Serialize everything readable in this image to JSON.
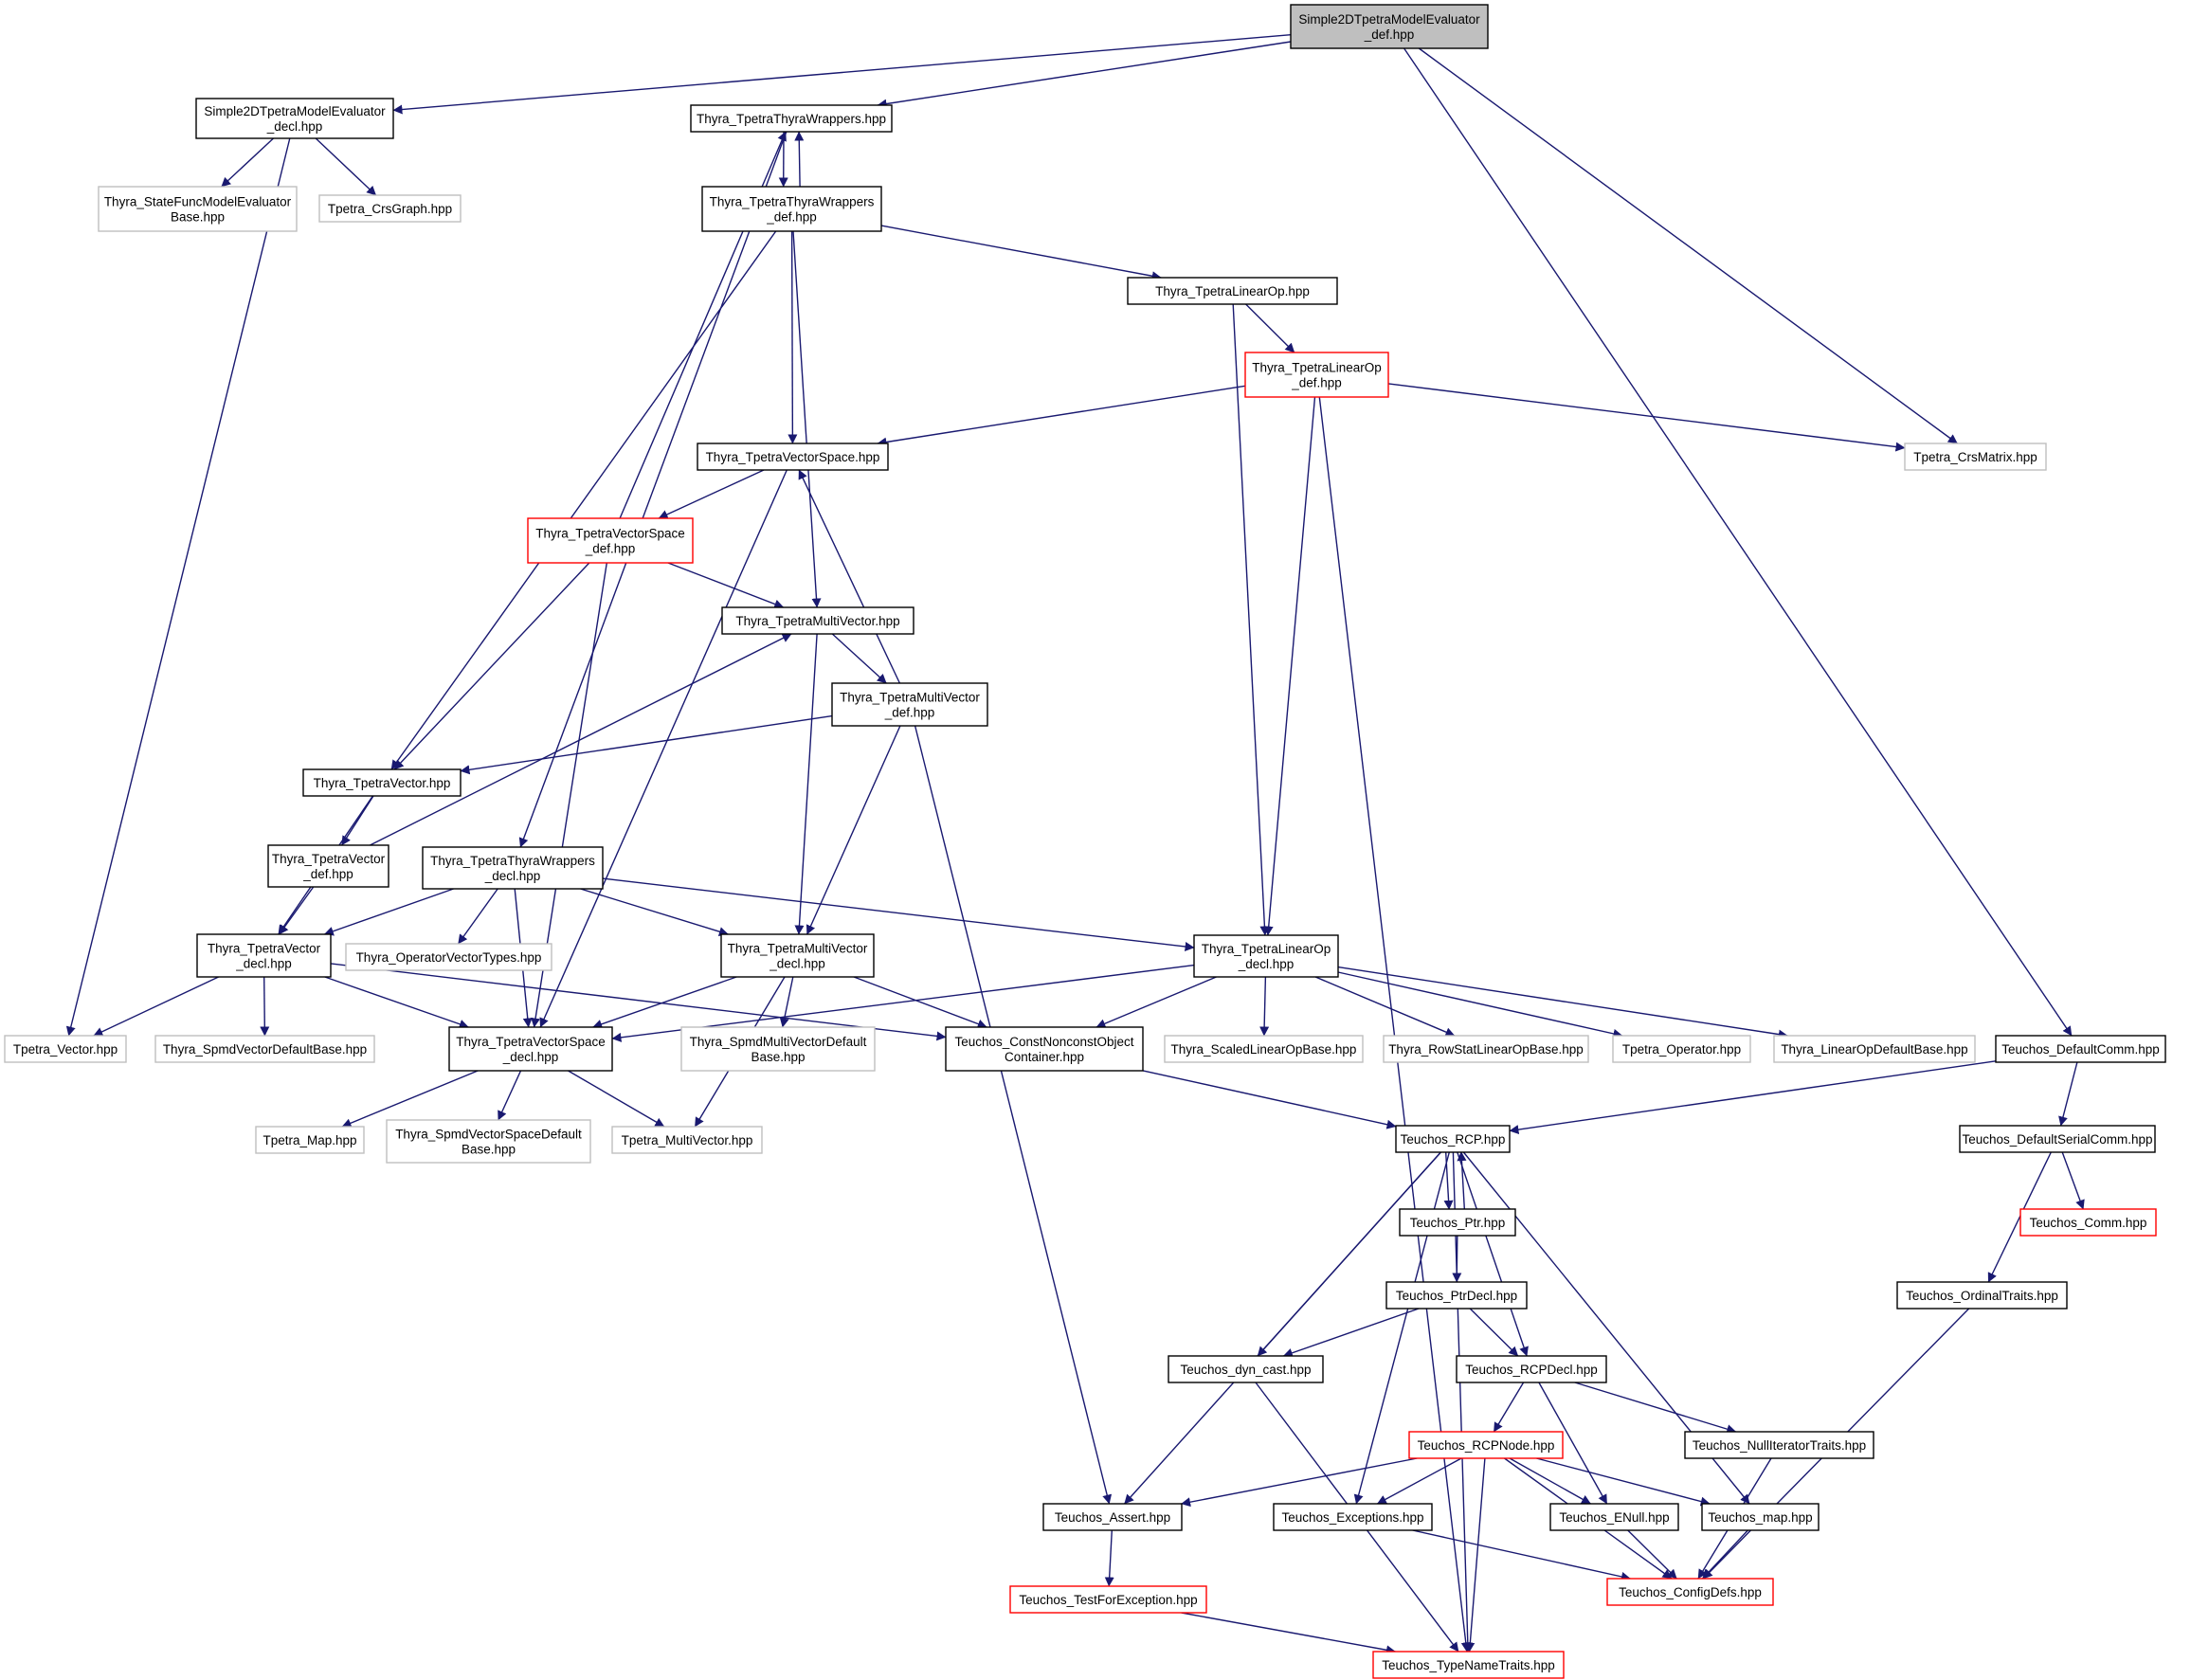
{
  "colors": {
    "edge": "#191970",
    "border_default": "#000000",
    "border_red": "#ff0000",
    "border_gray": "#bfbfbf",
    "fill_root": "#bfbfbf",
    "fill_default": "#ffffff"
  },
  "nodes": [
    {
      "id": "root",
      "lines": [
        "Simple2DTpetraModelEvaluator",
        "_def.hpp"
      ],
      "style": "root"
    },
    {
      "id": "s2d_decl",
      "lines": [
        "Simple2DTpetraModelEvaluator",
        "_decl.hpp"
      ],
      "style": "normal"
    },
    {
      "id": "ttw",
      "lines": [
        "Thyra_TpetraThyraWrappers.hpp"
      ],
      "style": "normal"
    },
    {
      "id": "ttw_def",
      "lines": [
        "Thyra_TpetraThyraWrappers",
        "_def.hpp"
      ],
      "style": "normal"
    },
    {
      "id": "sfme",
      "lines": [
        "Thyra_StateFuncModelEvaluator",
        "Base.hpp"
      ],
      "style": "gray"
    },
    {
      "id": "crsgraph",
      "lines": [
        "Tpetra_CrsGraph.hpp"
      ],
      "style": "gray"
    },
    {
      "id": "tlo",
      "lines": [
        "Thyra_TpetraLinearOp.hpp"
      ],
      "style": "normal"
    },
    {
      "id": "tlo_def",
      "lines": [
        "Thyra_TpetraLinearOp",
        "_def.hpp"
      ],
      "style": "red"
    },
    {
      "id": "crsmatrix",
      "lines": [
        "Tpetra_CrsMatrix.hpp"
      ],
      "style": "gray"
    },
    {
      "id": "tvs",
      "lines": [
        "Thyra_TpetraVectorSpace.hpp"
      ],
      "style": "normal"
    },
    {
      "id": "tvs_def",
      "lines": [
        "Thyra_TpetraVectorSpace",
        "_def.hpp"
      ],
      "style": "red"
    },
    {
      "id": "tmv",
      "lines": [
        "Thyra_TpetraMultiVector.hpp"
      ],
      "style": "normal"
    },
    {
      "id": "tmv_def",
      "lines": [
        "Thyra_TpetraMultiVector",
        "_def.hpp"
      ],
      "style": "normal"
    },
    {
      "id": "tv",
      "lines": [
        "Thyra_TpetraVector.hpp"
      ],
      "style": "normal"
    },
    {
      "id": "tv_def",
      "lines": [
        "Thyra_TpetraVector",
        "_def.hpp"
      ],
      "style": "normal"
    },
    {
      "id": "ttw_decl",
      "lines": [
        "Thyra_TpetraThyraWrappers",
        "_decl.hpp"
      ],
      "style": "normal"
    },
    {
      "id": "tv_decl",
      "lines": [
        "Thyra_TpetraVector",
        "_decl.hpp"
      ],
      "style": "normal"
    },
    {
      "id": "opvt",
      "lines": [
        "Thyra_OperatorVectorTypes.hpp"
      ],
      "style": "gray"
    },
    {
      "id": "tmv_decl",
      "lines": [
        "Thyra_TpetraMultiVector",
        "_decl.hpp"
      ],
      "style": "normal"
    },
    {
      "id": "tlo_decl",
      "lines": [
        "Thyra_TpetraLinearOp",
        "_decl.hpp"
      ],
      "style": "normal"
    },
    {
      "id": "tpvec",
      "lines": [
        "Tpetra_Vector.hpp"
      ],
      "style": "gray"
    },
    {
      "id": "svdb",
      "lines": [
        "Thyra_SpmdVectorDefaultBase.hpp"
      ],
      "style": "gray"
    },
    {
      "id": "tvs_decl",
      "lines": [
        "Thyra_TpetraVectorSpace",
        "_decl.hpp"
      ],
      "style": "normal"
    },
    {
      "id": "smvdb",
      "lines": [
        "Thyra_SpmdMultiVectorDefault",
        "Base.hpp"
      ],
      "style": "gray"
    },
    {
      "id": "cnoc",
      "lines": [
        "Teuchos_ConstNonconstObject",
        "Container.hpp"
      ],
      "style": "normal"
    },
    {
      "id": "slob",
      "lines": [
        "Thyra_ScaledLinearOpBase.hpp"
      ],
      "style": "gray"
    },
    {
      "id": "rslob",
      "lines": [
        "Thyra_RowStatLinearOpBase.hpp"
      ],
      "style": "gray"
    },
    {
      "id": "tpop",
      "lines": [
        "Tpetra_Operator.hpp"
      ],
      "style": "gray"
    },
    {
      "id": "lodb",
      "lines": [
        "Thyra_LinearOpDefaultBase.hpp"
      ],
      "style": "gray"
    },
    {
      "id": "dcomm",
      "lines": [
        "Teuchos_DefaultComm.hpp"
      ],
      "style": "normal"
    },
    {
      "id": "tpmap",
      "lines": [
        "Tpetra_Map.hpp"
      ],
      "style": "gray"
    },
    {
      "id": "svsdb",
      "lines": [
        "Thyra_SpmdVectorSpaceDefault",
        "Base.hpp"
      ],
      "style": "gray"
    },
    {
      "id": "tpmv",
      "lines": [
        "Tpetra_MultiVector.hpp"
      ],
      "style": "gray"
    },
    {
      "id": "rcp",
      "lines": [
        "Teuchos_RCP.hpp"
      ],
      "style": "normal"
    },
    {
      "id": "dscomm",
      "lines": [
        "Teuchos_DefaultSerialComm.hpp"
      ],
      "style": "normal"
    },
    {
      "id": "ptr",
      "lines": [
        "Teuchos_Ptr.hpp"
      ],
      "style": "normal"
    },
    {
      "id": "comm",
      "lines": [
        "Teuchos_Comm.hpp"
      ],
      "style": "red"
    },
    {
      "id": "ptrdecl",
      "lines": [
        "Teuchos_PtrDecl.hpp"
      ],
      "style": "normal"
    },
    {
      "id": "ordtr",
      "lines": [
        "Teuchos_OrdinalTraits.hpp"
      ],
      "style": "normal"
    },
    {
      "id": "dyncast",
      "lines": [
        "Teuchos_dyn_cast.hpp"
      ],
      "style": "normal"
    },
    {
      "id": "rcpdecl",
      "lines": [
        "Teuchos_RCPDecl.hpp"
      ],
      "style": "normal"
    },
    {
      "id": "rcpnode",
      "lines": [
        "Teuchos_RCPNode.hpp"
      ],
      "style": "red"
    },
    {
      "id": "nullit",
      "lines": [
        "Teuchos_NullIteratorTraits.hpp"
      ],
      "style": "normal"
    },
    {
      "id": "assert",
      "lines": [
        "Teuchos_Assert.hpp"
      ],
      "style": "normal"
    },
    {
      "id": "exc",
      "lines": [
        "Teuchos_Exceptions.hpp"
      ],
      "style": "normal"
    },
    {
      "id": "enull",
      "lines": [
        "Teuchos_ENull.hpp"
      ],
      "style": "normal"
    },
    {
      "id": "tmap",
      "lines": [
        "Teuchos_map.hpp"
      ],
      "style": "normal"
    },
    {
      "id": "tfe",
      "lines": [
        "Teuchos_TestForException.hpp"
      ],
      "style": "red"
    },
    {
      "id": "confdefs",
      "lines": [
        "Teuchos_ConfigDefs.hpp"
      ],
      "style": "red"
    },
    {
      "id": "tnt",
      "lines": [
        "Teuchos_TypeNameTraits.hpp"
      ],
      "style": "red"
    }
  ],
  "edges": [
    [
      "root",
      "s2d_decl"
    ],
    [
      "root",
      "ttw"
    ],
    [
      "root",
      "crsmatrix"
    ],
    [
      "root",
      "dcomm"
    ],
    [
      "s2d_decl",
      "sfme"
    ],
    [
      "s2d_decl",
      "crsgraph"
    ],
    [
      "s2d_decl",
      "tpvec"
    ],
    [
      "ttw",
      "ttw_def"
    ],
    [
      "ttw",
      "ttw_decl"
    ],
    [
      "ttw_def",
      "ttw"
    ],
    [
      "ttw_def",
      "tlo"
    ],
    [
      "ttw_def",
      "tvs"
    ],
    [
      "ttw_def",
      "tmv"
    ],
    [
      "ttw_def",
      "tv"
    ],
    [
      "tlo",
      "tlo_def"
    ],
    [
      "tlo",
      "tlo_decl"
    ],
    [
      "tlo_def",
      "tvs"
    ],
    [
      "tlo_def",
      "crsmatrix"
    ],
    [
      "tlo_def",
      "tlo_decl"
    ],
    [
      "tlo_def",
      "tnt"
    ],
    [
      "tvs",
      "tvs_def"
    ],
    [
      "tvs",
      "tvs_decl"
    ],
    [
      "tvs_def",
      "ttw"
    ],
    [
      "tvs_def",
      "tmv"
    ],
    [
      "tvs_def",
      "tv"
    ],
    [
      "tvs_def",
      "tvs_decl"
    ],
    [
      "tmv",
      "tmv_def"
    ],
    [
      "tmv",
      "tmv_decl"
    ],
    [
      "tmv_def",
      "tvs"
    ],
    [
      "tmv_def",
      "tv"
    ],
    [
      "tmv_def",
      "tmv_decl"
    ],
    [
      "tmv_def",
      "assert"
    ],
    [
      "tv",
      "tv_def"
    ],
    [
      "tv",
      "tv_decl"
    ],
    [
      "tv_def",
      "tmv"
    ],
    [
      "tv_def",
      "tv_decl"
    ],
    [
      "ttw_decl",
      "tv_decl"
    ],
    [
      "ttw_decl",
      "opvt"
    ],
    [
      "ttw_decl",
      "tvs_decl"
    ],
    [
      "ttw_decl",
      "tmv_decl"
    ],
    [
      "ttw_decl",
      "tlo_decl"
    ],
    [
      "tv_decl",
      "tpvec"
    ],
    [
      "tv_decl",
      "svdb"
    ],
    [
      "tv_decl",
      "tvs_decl"
    ],
    [
      "tv_decl",
      "cnoc"
    ],
    [
      "tmv_decl",
      "tvs_decl"
    ],
    [
      "tmv_decl",
      "smvdb"
    ],
    [
      "tmv_decl",
      "tpmv"
    ],
    [
      "tmv_decl",
      "cnoc"
    ],
    [
      "tlo_decl",
      "tvs_decl"
    ],
    [
      "tlo_decl",
      "cnoc"
    ],
    [
      "tlo_decl",
      "slob"
    ],
    [
      "tlo_decl",
      "rslob"
    ],
    [
      "tlo_decl",
      "tpop"
    ],
    [
      "tlo_decl",
      "lodb"
    ],
    [
      "tvs_decl",
      "tpmap"
    ],
    [
      "tvs_decl",
      "svsdb"
    ],
    [
      "tvs_decl",
      "tpmv"
    ],
    [
      "cnoc",
      "rcp"
    ],
    [
      "dcomm",
      "rcp"
    ],
    [
      "dcomm",
      "dscomm"
    ],
    [
      "dscomm",
      "comm"
    ],
    [
      "dscomm",
      "ordtr"
    ],
    [
      "rcp",
      "ptr"
    ],
    [
      "rcp",
      "assert"
    ],
    [
      "rcp",
      "dyncast"
    ],
    [
      "rcp",
      "exc"
    ],
    [
      "rcp",
      "rcpdecl"
    ],
    [
      "rcp",
      "tmap"
    ],
    [
      "rcp",
      "tnt"
    ],
    [
      "ptr",
      "rcp"
    ],
    [
      "ptr",
      "ptrdecl"
    ],
    [
      "ptrdecl",
      "dyncast"
    ],
    [
      "ptrdecl",
      "rcpdecl"
    ],
    [
      "rcpdecl",
      "rcpnode"
    ],
    [
      "rcpdecl",
      "enull"
    ],
    [
      "rcpdecl",
      "nullit"
    ],
    [
      "rcpnode",
      "assert"
    ],
    [
      "rcpnode",
      "exc"
    ],
    [
      "rcpnode",
      "enull"
    ],
    [
      "rcpnode",
      "tmap"
    ],
    [
      "rcpnode",
      "confdefs"
    ],
    [
      "rcpnode",
      "tnt"
    ],
    [
      "dyncast",
      "tnt"
    ],
    [
      "assert",
      "tfe"
    ],
    [
      "tfe",
      "tnt"
    ],
    [
      "exc",
      "confdefs"
    ],
    [
      "enull",
      "confdefs"
    ],
    [
      "tmap",
      "confdefs"
    ],
    [
      "nullit",
      "confdefs"
    ],
    [
      "ordtr",
      "confdefs"
    ]
  ]
}
